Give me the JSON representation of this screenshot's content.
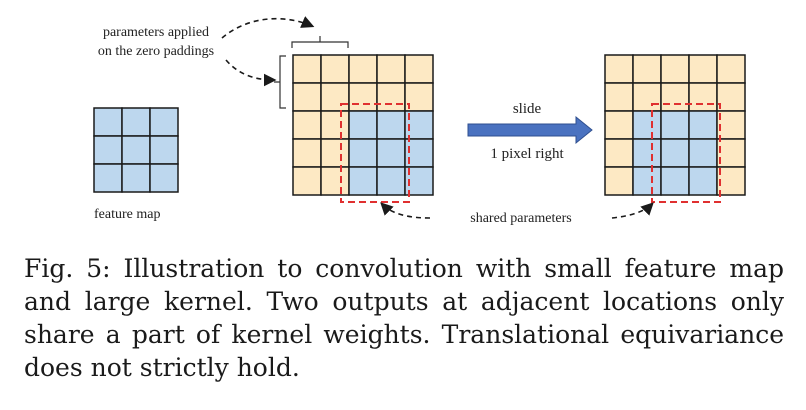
{
  "figure": {
    "labels": {
      "zero_padding_note_line1": "parameters applied",
      "zero_padding_note_line2": "on the zero paddings",
      "feature_map": "feature map",
      "slide": "slide",
      "slide_amount": "1 pixel right",
      "shared_parameters": "shared parameters"
    },
    "feature_map_size": 3,
    "kernel_size": 5,
    "shift_pixels": 1,
    "colors": {
      "feature_fill": "#bdd7ee",
      "padding_fill": "#fde9c4",
      "grid_line": "#1a1a1a",
      "window_outline": "#e03030",
      "arrow_fill": "#4a72c0",
      "dashed_arrow": "#1a1a1a"
    }
  },
  "caption": {
    "label": "Fig. 5:",
    "text": "Illustration to convolution with small feature map and large kernel. Two outputs at adjacent locations only share a part of kernel weights. Translational equivariance does not strictly hold."
  }
}
